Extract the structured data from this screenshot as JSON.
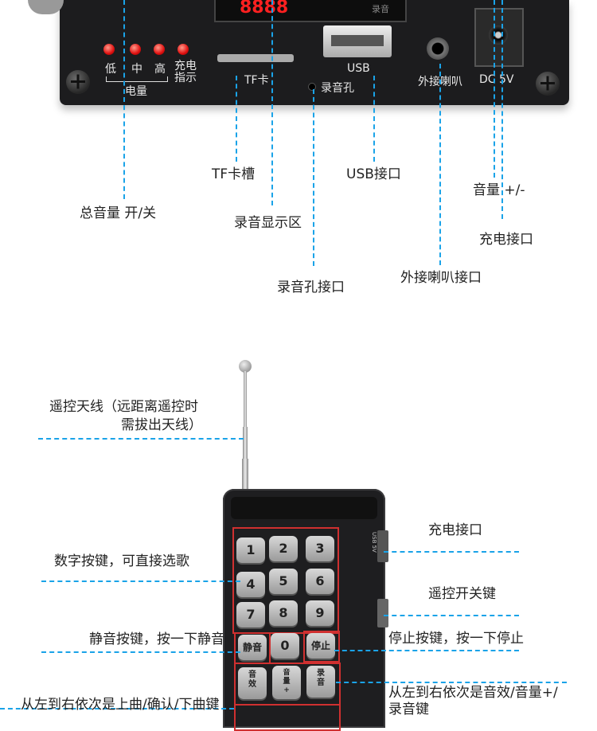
{
  "device": {
    "led_labels": [
      "低",
      "中",
      "高",
      "充电\n指示"
    ],
    "battery_label": "电量",
    "tf_label": "TF卡",
    "rec_hole_label": "录音孔",
    "usb_label": "USB",
    "speaker_label": "外接喇叭",
    "dc_label": "DC 5V",
    "display_text": "录音"
  },
  "callouts_top": {
    "volume_switch": "总音量  开/关",
    "tf_slot": "TF卡槽",
    "rec_display": "录音显示区",
    "rec_hole": "录音孔接口",
    "usb_port": "USB接口",
    "ext_speaker": "外接喇叭接口",
    "volume_pm": "音量 +/-",
    "charge_port": "充电接口"
  },
  "callouts_remote": {
    "antenna_line1": "遥控天线（远距离遥控时",
    "antenna_line2": "需拔出天线）",
    "number_keys": "数字按键，可直接选歌",
    "mute_key": "静音按键，按一下静音",
    "prev_next": "从左到右依次是上曲/确认/下曲键",
    "charge_port": "充电接口",
    "power_key": "遥控开关键",
    "stop_key": "停止按键，按一下停止",
    "effects_line1": "从左到右依次是音效/音量+/",
    "effects_line2": "录音键"
  },
  "remote": {
    "keys": [
      "1",
      "2",
      "3",
      "4",
      "5",
      "6",
      "7",
      "8",
      "9"
    ],
    "mute": "静音",
    "zero": "0",
    "stop": "停止",
    "effect": "音\n效",
    "vol_plus": "音\n量\n+",
    "record": "录\n音",
    "side_label": "USB 5V"
  },
  "colors": {
    "accent": "#1aa3e8",
    "highlight": "#d03030",
    "led": "#e01010"
  }
}
